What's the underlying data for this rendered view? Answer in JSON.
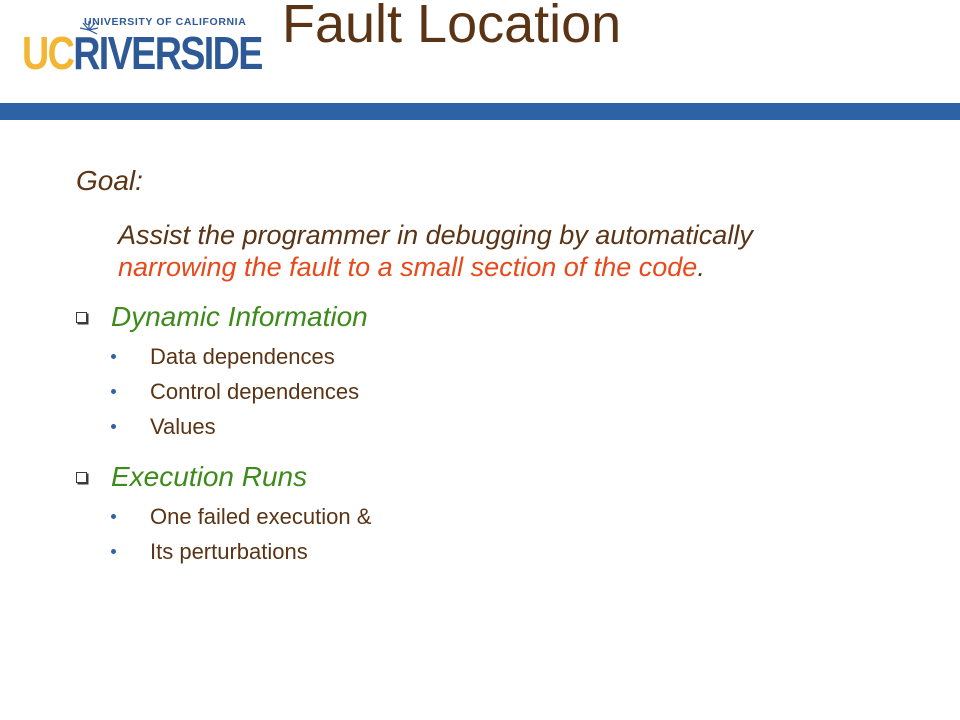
{
  "logo": {
    "university_line": "UNIVERSITY OF CALIFORNIA",
    "mark_uc": "UC",
    "mark_riverside": "RIVERSIDE",
    "colors": {
      "gold": "#f2b632",
      "blue": "#2d5a97"
    }
  },
  "title": "Fault Location",
  "goal": {
    "label": "Goal:",
    "text_line1": "Assist the programmer in debugging by automatically",
    "text_line2_highlight": "narrowing the fault to a small section of the code",
    "text_line2_end": "."
  },
  "sections": [
    {
      "heading": "Dynamic Information",
      "items": [
        "Data dependences",
        "Control dependences",
        "Values"
      ]
    },
    {
      "heading": "Execution Runs",
      "items": [
        "One failed execution &",
        "Its perturbations"
      ]
    }
  ],
  "colors": {
    "title": "#5a3414",
    "bar": "#2e62a6",
    "highlight": "#e8491b",
    "section_heading": "#3e8a1a"
  }
}
